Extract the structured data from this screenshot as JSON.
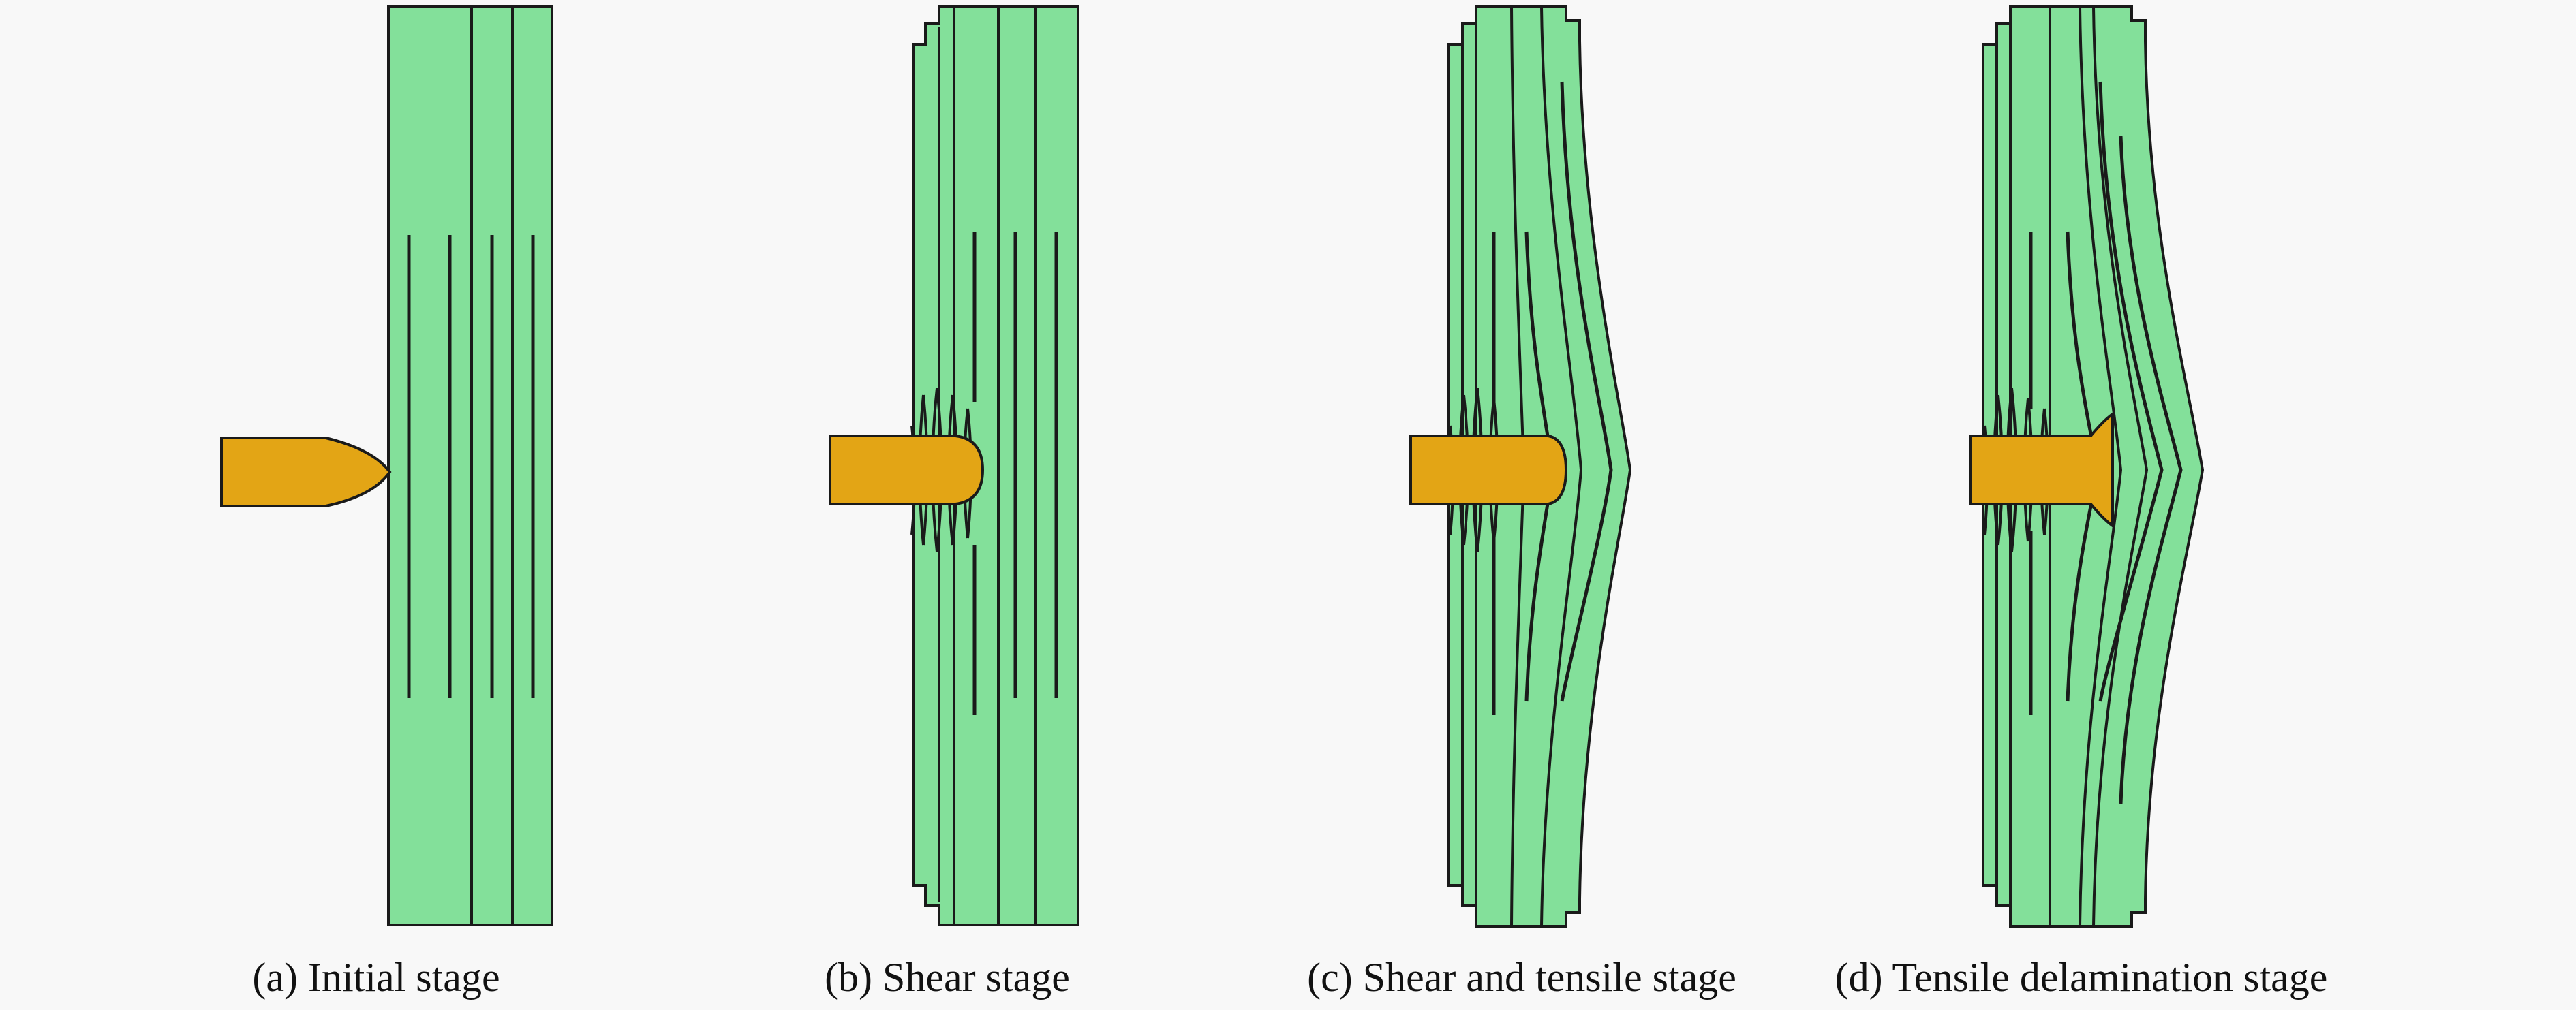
{
  "colors": {
    "laminate": "#83e09a",
    "projectile": "#e3a515",
    "outline": "#1a1a1a",
    "background": "#f8f8f8"
  },
  "stages": [
    {
      "id": "a",
      "caption": "(a) Initial stage"
    },
    {
      "id": "b",
      "caption": "(b) Shear stage"
    },
    {
      "id": "c",
      "caption": "(c) Shear and tensile stage"
    },
    {
      "id": "d",
      "caption": "(d) Tensile delamination stage"
    }
  ]
}
